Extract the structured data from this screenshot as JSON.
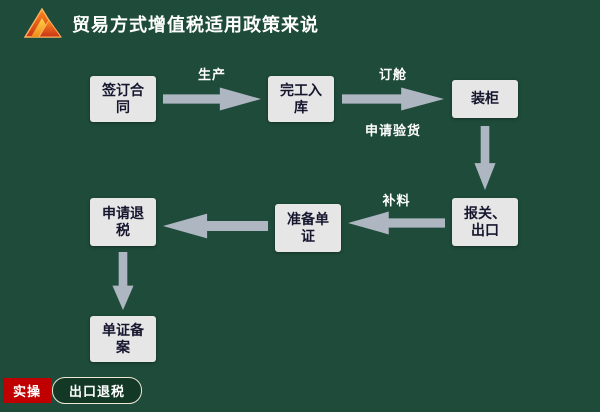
{
  "colors": {
    "bg": "#1e4b3a",
    "box-bg": "#e6e6e6",
    "box-text": "#16162e",
    "arrow": "#aeb6c2",
    "title-text": "#ffffff",
    "badge-bg": "#c00000",
    "pill-bg": "#143826",
    "pill-border": "#efe9d2"
  },
  "header": {
    "title": "贸易方式增值税适用政策来说",
    "logo_icon": "mountain-logo-icon"
  },
  "flow": {
    "nodes": {
      "sign": "签订合\n同",
      "finish": "完工入\n库",
      "load": "装柜",
      "declare": "报关、\n出口",
      "prepare": "准备单\n证",
      "refund": "申请退\n税",
      "record": "单证备\n案"
    },
    "labels": {
      "produce": "生产",
      "booking": "订舱",
      "inspect": "申请验货",
      "supplement": "补料"
    }
  },
  "footer": {
    "badge": "实操",
    "pill": "出口退税"
  }
}
